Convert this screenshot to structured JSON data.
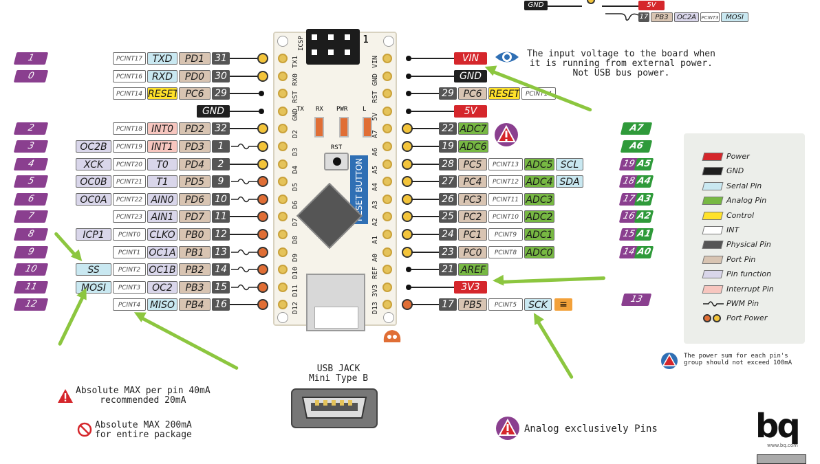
{
  "top": {
    "gnd": "GND",
    "v5": "5V",
    "pin17": "17",
    "pb3": "PB3",
    "oc2a": "OC2A",
    "pcint3": "PCINT3",
    "mosi": "MOSI"
  },
  "board": {
    "icsp": "ICSP",
    "icsp_num": "1",
    "rst": "RST",
    "reset_button": "RESET BUTTON",
    "leds": [
      "TX",
      "RX",
      "PWR",
      "L"
    ],
    "left_pins": [
      "TX1",
      "RX0",
      "RST",
      "GND",
      "D2",
      "D3",
      "D4",
      "D5",
      "D6",
      "D7",
      "D8",
      "D9",
      "D10",
      "D11",
      "D12"
    ],
    "right_pins": [
      "VIN",
      "GND",
      "RST",
      "5V",
      "A7",
      "A6",
      "A5",
      "A4",
      "A3",
      "A2",
      "A1",
      "A0",
      "REF",
      "3V3",
      "D13"
    ]
  },
  "left_rows": [
    {
      "num": "1",
      "extra": "",
      "pcint": "PCINT17",
      "fn": "TXD",
      "fn_style": "serial",
      "port": "PD1",
      "phys": "31",
      "dot": "y",
      "pwm": false
    },
    {
      "num": "0",
      "extra": "",
      "pcint": "PCINT16",
      "fn": "RXD",
      "fn_style": "serial",
      "port": "PD0",
      "phys": "30",
      "dot": "y",
      "pwm": false
    },
    {
      "num": "",
      "extra": "",
      "pcint": "PCINT14",
      "fn": "RESET",
      "fn_style": "ctrl",
      "port": "PC6",
      "phys": "29",
      "dot": "k",
      "pwm": false
    },
    {
      "num": "",
      "extra": "",
      "pcint": "",
      "fn": "",
      "fn_style": "",
      "port": "",
      "phys": "GND",
      "dot": "k",
      "pwm": false
    },
    {
      "num": "2",
      "extra": "",
      "pcint": "PCINT18",
      "fn": "INT0",
      "fn_style": "intr",
      "port": "PD2",
      "phys": "32",
      "dot": "y",
      "pwm": false
    },
    {
      "num": "3",
      "extra": "OC2B",
      "pcint": "PCINT19",
      "fn": "INT1",
      "fn_style": "intr",
      "port": "PD3",
      "phys": "1",
      "dot": "y",
      "pwm": true
    },
    {
      "num": "4",
      "extra": "XCK",
      "pcint": "PCINT20",
      "fn": "T0",
      "fn_style": "fn",
      "port": "PD4",
      "phys": "2",
      "dot": "y",
      "pwm": false
    },
    {
      "num": "5",
      "extra": "OC0B",
      "pcint": "PCINT21",
      "fn": "T1",
      "fn_style": "fn",
      "port": "PD5",
      "phys": "9",
      "dot": "o",
      "pwm": true
    },
    {
      "num": "6",
      "extra": "OC0A",
      "pcint": "PCINT22",
      "fn": "AIN0",
      "fn_style": "fn",
      "port": "PD6",
      "phys": "10",
      "dot": "o",
      "pwm": true
    },
    {
      "num": "7",
      "extra": "",
      "pcint": "PCINT23",
      "fn": "AIN1",
      "fn_style": "fn",
      "port": "PD7",
      "phys": "11",
      "dot": "o",
      "pwm": false
    },
    {
      "num": "8",
      "extra": "ICP1",
      "pcint": "PCINT0",
      "fn": "CLKO",
      "fn_style": "fn",
      "port": "PB0",
      "phys": "12",
      "dot": "o",
      "pwm": false
    },
    {
      "num": "9",
      "extra": "",
      "pcint": "PCINT1",
      "fn": "OC1A",
      "fn_style": "fn",
      "port": "PB1",
      "phys": "13",
      "dot": "o",
      "pwm": true
    },
    {
      "num": "10",
      "extra": "SS",
      "pcint": "PCINT2",
      "fn": "OC1B",
      "fn_style": "fn",
      "port": "PB2",
      "phys": "14",
      "dot": "o",
      "pwm": true
    },
    {
      "num": "11",
      "extra": "MOSI",
      "pcint": "PCINT3",
      "fn": "OC2",
      "fn_style": "fn",
      "port": "PB3",
      "phys": "15",
      "dot": "o",
      "pwm": true
    },
    {
      "num": "12",
      "extra": "",
      "pcint": "PCINT4",
      "fn": "MISO",
      "fn_style": "serial",
      "port": "PB4",
      "phys": "16",
      "dot": "o",
      "pwm": false
    }
  ],
  "right_rows": [
    {
      "label": "VIN",
      "style": "pwr",
      "dot": "k"
    },
    {
      "label": "GND",
      "style": "gndt",
      "dot": "k"
    },
    {
      "label": "",
      "style": "",
      "dot": "k",
      "phys": "29",
      "port": "PC6",
      "fn": "RESET",
      "pcint": "PCINT14"
    },
    {
      "label": "5V",
      "style": "pwr",
      "dot": "k"
    },
    {
      "phys": "22",
      "fn": "ADC7",
      "dot": "y"
    },
    {
      "phys": "19",
      "fn": "ADC6",
      "dot": "y"
    },
    {
      "phys": "28",
      "port": "PC5",
      "pcint": "PCINT13",
      "fn": "ADC5",
      "extra": "SCL",
      "dot": "y"
    },
    {
      "phys": "27",
      "port": "PC4",
      "pcint": "PCINT12",
      "fn": "ADC4",
      "extra": "SDA",
      "dot": "y"
    },
    {
      "phys": "26",
      "port": "PC3",
      "pcint": "PCINT11",
      "fn": "ADC3",
      "dot": "y"
    },
    {
      "phys": "25",
      "port": "PC2",
      "pcint": "PCINT10",
      "fn": "ADC2",
      "dot": "y"
    },
    {
      "phys": "24",
      "port": "PC1",
      "pcint": "PCINT9",
      "fn": "ADC1",
      "dot": "y"
    },
    {
      "phys": "23",
      "port": "PC0",
      "pcint": "PCINT8",
      "fn": "ADC0",
      "dot": "y"
    },
    {
      "phys": "21",
      "fn": "AREF",
      "dot": "k"
    },
    {
      "label": "3V3",
      "style": "pwr",
      "dot": "k"
    },
    {
      "phys": "17",
      "port": "PB5",
      "pcint": "PCINT5",
      "extra": "SCK",
      "dot": "o"
    }
  ],
  "analog_labels": [
    {
      "num": "",
      "a": "A7"
    },
    {
      "num": "",
      "a": "A6"
    },
    {
      "num": "19",
      "a": "A5"
    },
    {
      "num": "18",
      "a": "A4"
    },
    {
      "num": "17",
      "a": "A3"
    },
    {
      "num": "16",
      "a": "A2"
    },
    {
      "num": "15",
      "a": "A1"
    },
    {
      "num": "14",
      "a": "A0"
    }
  ],
  "pin13_label": "13",
  "vin_note": "The input voltage to the board when\nit is running from external power.\nNot USB bus power.",
  "usb_label": "USB JACK\nMini Type B",
  "warn_pin": "Absolute MAX per pin 40mA\nrecommended 20mA",
  "warn_pkg": "Absolute MAX 200mA\nfor entire package",
  "analog_only": "Analog exclusively Pins",
  "legend": {
    "items": [
      "Power",
      "GND",
      "Serial Pin",
      "Analog Pin",
      "Control",
      "INT",
      "Physical Pin",
      "Port Pin",
      "Pin function",
      "Interrupt Pin",
      "PWM Pin",
      "Port Power"
    ],
    "colors": [
      "#d5262b",
      "#1f1f1f",
      "#c9e8f1",
      "#77b843",
      "#ffe22a",
      "#ffffff",
      "#555555",
      "#d8c4b2",
      "#d9d6ea",
      "#f7c6bf"
    ]
  },
  "power_note": "The power sum for each pin's\ngroup should not exceed 100mA",
  "logo": {
    "text": "bq",
    "url": "www.bq.com"
  }
}
